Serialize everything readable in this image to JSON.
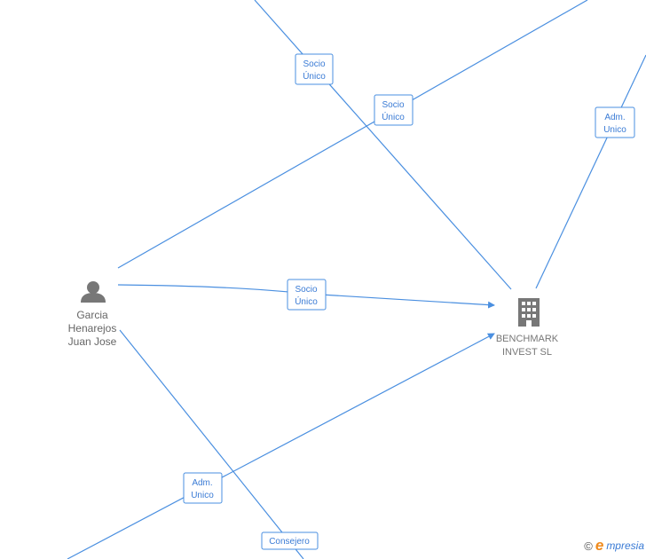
{
  "nodes": {
    "person": {
      "lines": [
        "Garcia",
        "Henarejos",
        "Juan Jose"
      ],
      "icon": "person-icon"
    },
    "company": {
      "lines": [
        "BENCHMARK",
        "INVEST SL"
      ],
      "icon": "building-icon"
    }
  },
  "edge_labels": {
    "socio_unico_top": [
      "Socio",
      "Único"
    ],
    "socio_unico_mid": [
      "Socio",
      "Único"
    ],
    "adm_unico_right": [
      "Adm.",
      "Unico"
    ],
    "socio_unico_person": [
      "Socio",
      "Único"
    ],
    "adm_unico_bottom": [
      "Adm.",
      "Unico"
    ],
    "consejero": [
      "Consejero"
    ]
  },
  "brand": {
    "copyright": "©",
    "initial": "e",
    "name": "mpresia"
  },
  "colors": {
    "edge": "#4a8fe0",
    "label_text": "#3a7bd5",
    "node_text": "#666666",
    "icon": "#777777",
    "brand_accent": "#f08a1c"
  }
}
